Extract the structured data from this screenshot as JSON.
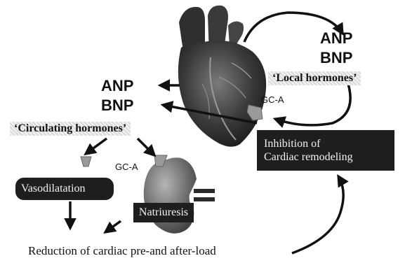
{
  "labels": {
    "anp_right": "ANP",
    "bnp_right": "BNP",
    "local_hormones": "‘Local hormones’",
    "anp_left": "ANP",
    "bnp_left": "BNP",
    "circulating_hormones": "‘Circulating hormones’",
    "gc_a_heart": "GC-A",
    "gc_a_kidney": "GC-A",
    "inhibition_line1": "Inhibition of",
    "inhibition_line2": "Cardiac remodeling",
    "vasodilatation": "Vasodilatation",
    "natriuresis": "Natriuresis",
    "reduction": "Reduction of cardiac pre-and after-load"
  }
}
